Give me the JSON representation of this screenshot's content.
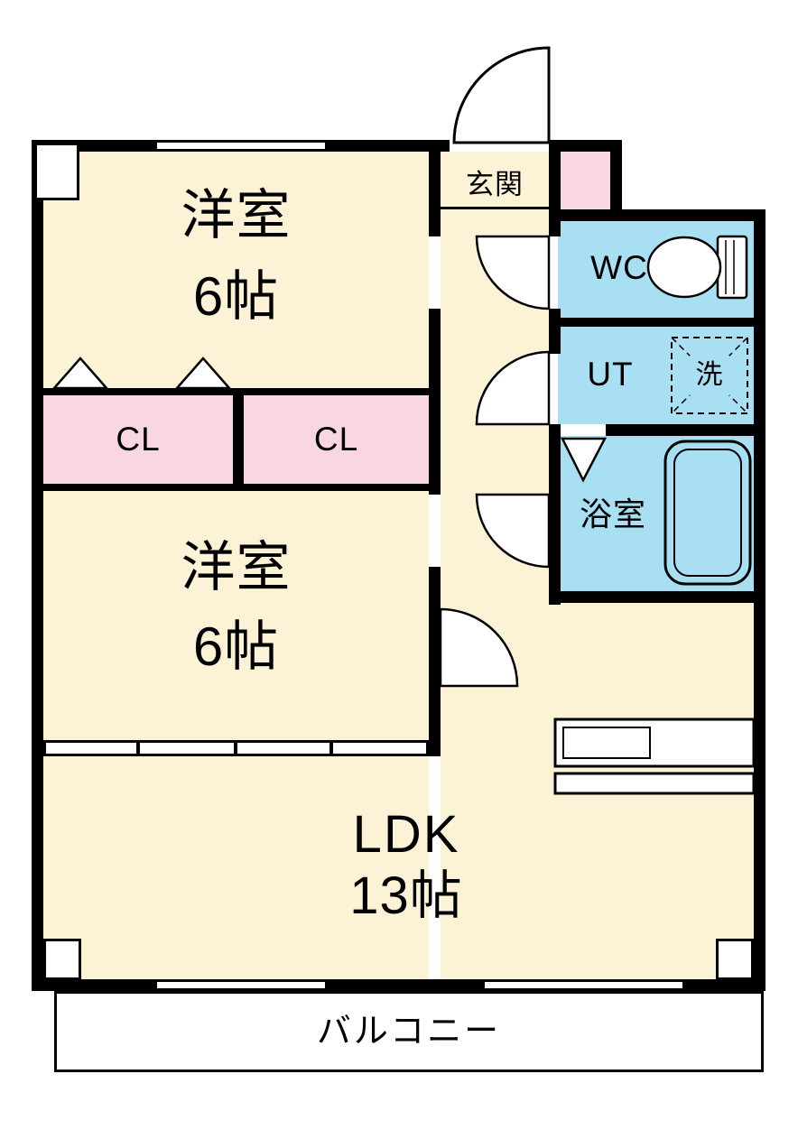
{
  "floorplan": {
    "type": "apartment-floor-plan-2LDK",
    "colors": {
      "room_fill": "#FCF3D6",
      "closet_fill": "#F8D7E2",
      "wet_area_fill": "#A9DFF2",
      "wall": "#000000",
      "background": "#FFFFFF"
    },
    "rooms": {
      "bedroom1": {
        "name": "洋室",
        "size": "6帖"
      },
      "bedroom2": {
        "name": "洋室",
        "size": "6帖"
      },
      "ldk": {
        "name": "LDK",
        "size": "13帖"
      },
      "entrance": {
        "label": "玄関"
      },
      "toilet": {
        "label": "WC"
      },
      "utility": {
        "label": "UT"
      },
      "laundry": {
        "label": "洗"
      },
      "bathroom": {
        "label": "浴室"
      },
      "closet_left": {
        "label": "CL"
      },
      "closet_right": {
        "label": "CL"
      },
      "balcony": {
        "label": "バルコニー"
      }
    }
  }
}
